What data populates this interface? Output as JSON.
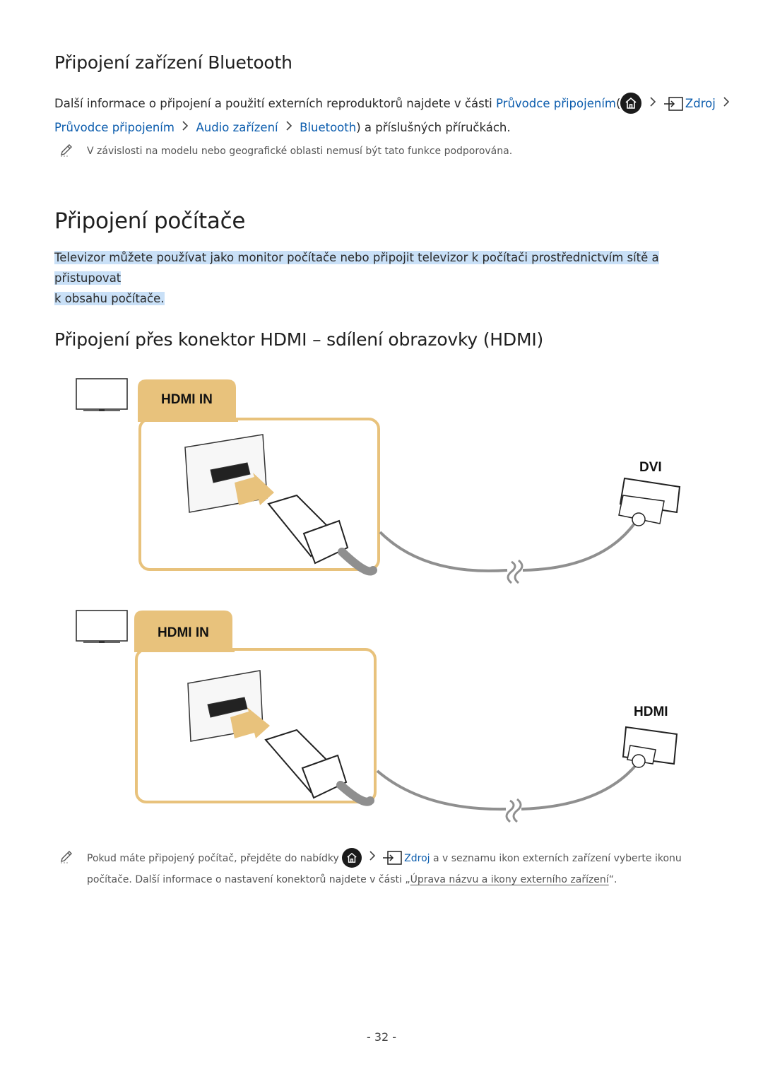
{
  "bluetooth": {
    "title": "Připojení zařízení Bluetooth",
    "para_text": "Další informace o připojení a použití externích reproduktorů najdete v části",
    "link_guide": "Průvodce připojením",
    "open_paren": "(",
    "link_source": "Zdroj",
    "link_guide2": "Průvodce připojením",
    "link_audio": "Audio zařízení",
    "link_bt": "Bluetooth",
    "para_end": ") a příslušných příručkách.",
    "note": "V závislosti na modelu nebo geografické oblasti nemusí být tato funkce podporována."
  },
  "pc": {
    "title": "Připojení počítače",
    "intro_line1": "Televizor můžete používat jako monitor počítače nebo připojit televizor k počítači prostřednictvím sítě a přistupovat",
    "intro_line2": "k obsahu počítače."
  },
  "hdmi": {
    "title": "Připojení přes konektor HDMI – sdílení obrazovky (HDMI)",
    "diagram1": {
      "tab_label": "HDMI IN",
      "device_label": "DVI"
    },
    "diagram2": {
      "tab_label": "HDMI IN",
      "device_label": "HDMI"
    },
    "note_part1": "Pokud máte připojený počítač, přejděte do nabídky",
    "note_source": "Zdroj",
    "note_part2": "a v seznamu ikon externích zařízení vyberte ikonu",
    "note_line2": "počítače. Další informace o nastavení konektorů najdete v části „",
    "note_link": "Úprava názvu a ikony externího zařízení",
    "note_end": "“."
  },
  "page_number": "- 32 -",
  "colors": {
    "link": "#0b5cad",
    "tab": "#e8c27c",
    "highlight": "#c9e0f7",
    "cable": "#8f8f8f"
  },
  "icons": [
    "home-icon",
    "source-icon",
    "chevron-right-icon",
    "pencil-icon",
    "tv-icon"
  ]
}
